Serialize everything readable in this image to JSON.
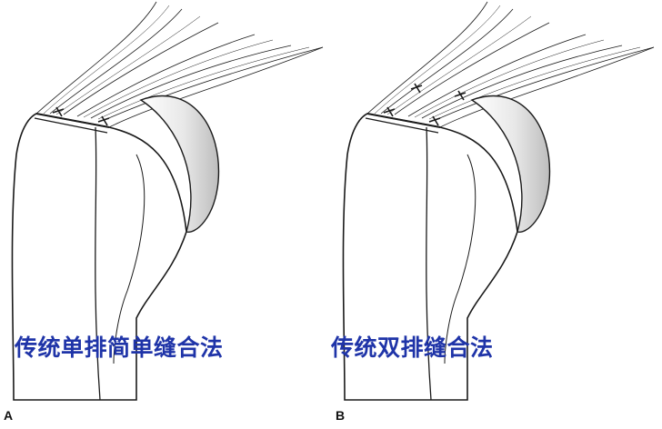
{
  "panels": [
    {
      "letter": "A",
      "caption": "传统单排简单缝合法"
    },
    {
      "letter": "B",
      "caption": "传统双排缝合法"
    }
  ],
  "colors": {
    "caption": "#1f34a8",
    "line": "#1a1a1a",
    "shade": "#d9d9d9"
  }
}
